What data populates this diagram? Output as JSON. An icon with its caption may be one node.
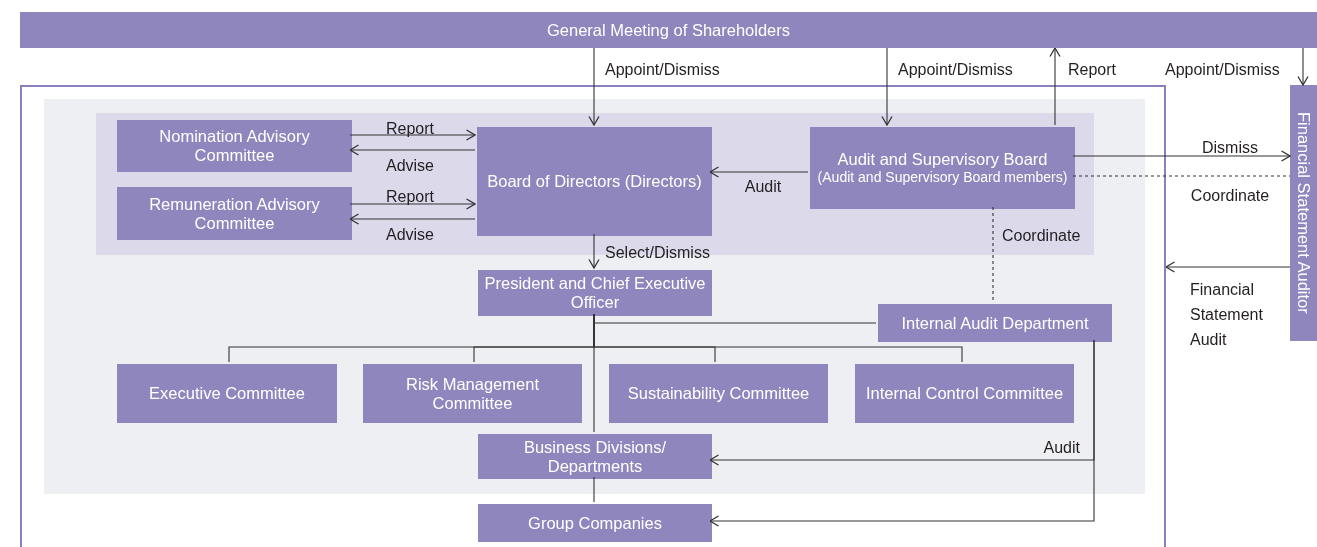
{
  "diagram": {
    "nodes": [
      {
        "text": [
          "General Meeting of Shareholders"
        ]
      },
      {
        "text": [],
        "shape": "box"
      },
      {
        "text": [],
        "shape": "box",
        "in": 1
      },
      {
        "text": [],
        "shape": "box",
        "in": 2
      },
      {
        "text": [
          "Nomination Advisory Committee"
        ],
        "in": 3
      },
      {
        "text": [
          "Remuneration Advisory Committee"
        ],
        "in": 3
      },
      {
        "text": [
          "Board of Directors (Directors)"
        ],
        "in": 3
      },
      {
        "text": [
          "Audit and Supervisory Board",
          "(Audit and Supervisory Board members)"
        ],
        "in": 3
      },
      {
        "text": [
          "President and Chief Executive Officer"
        ],
        "in": 2
      },
      {
        "text": [
          "Internal Audit Department"
        ],
        "in": 2
      },
      {
        "text": [
          "Executive Committee"
        ],
        "in": 2
      },
      {
        "text": [
          "Risk Management Committee"
        ],
        "in": 2
      },
      {
        "text": [
          "Sustainability Committee"
        ],
        "in": 2
      },
      {
        "text": [
          "Internal Control Committee"
        ],
        "in": 2
      },
      {
        "text": [
          "Business Divisions/ Departments"
        ],
        "in": 2
      },
      {
        "text": [
          "Group Companies"
        ],
        "in": 1
      },
      {
        "text": [
          "Financial Statement Auditor"
        ]
      }
    ],
    "edges": [
      {
        "from": 0,
        "to": 6,
        "arrow": "to",
        "label": "Appoint/Dismiss"
      },
      {
        "from": 0,
        "to": 7,
        "arrow": "to",
        "label": "Appoint/Dismiss"
      },
      {
        "from": 7,
        "to": 0,
        "arrow": "to",
        "label": "Report"
      },
      {
        "from": 0,
        "to": 16,
        "arrow": "to",
        "label": "Appoint/Dismiss"
      },
      {
        "from": 4,
        "to": 6,
        "arrow": "to",
        "label": "Report"
      },
      {
        "from": 6,
        "to": 4,
        "arrow": "to",
        "label": "Advise"
      },
      {
        "from": 5,
        "to": 6,
        "arrow": "to",
        "label": "Report"
      },
      {
        "from": 6,
        "to": 5,
        "arrow": "to",
        "label": "Advise"
      },
      {
        "from": 7,
        "to": 6,
        "arrow": "to",
        "label": "Audit"
      },
      {
        "from": 7,
        "to": 16,
        "arrow": "to",
        "label": "Dismiss"
      },
      {
        "from": 7,
        "to": 16,
        "arrow": "none",
        "label": "Coordinate",
        "style": "dashed"
      },
      {
        "from": 7,
        "to": 9,
        "arrow": "none",
        "label": "Coordinate",
        "style": "dashed"
      },
      {
        "from": 16,
        "to": 1,
        "arrow": "to",
        "label": "Financial Statement Audit"
      },
      {
        "from": 6,
        "to": 8,
        "arrow": "to",
        "label": "Select/Dismiss"
      },
      {
        "from": 8,
        "to": 9,
        "arrow": "none"
      },
      {
        "from": 8,
        "to": 10,
        "arrow": "none"
      },
      {
        "from": 8,
        "to": 11,
        "arrow": "none"
      },
      {
        "from": 8,
        "to": 12,
        "arrow": "none"
      },
      {
        "from": 8,
        "to": 13,
        "arrow": "none"
      },
      {
        "from": 8,
        "to": 14,
        "arrow": "none"
      },
      {
        "from": 14,
        "to": 15,
        "arrow": "none"
      },
      {
        "from": 9,
        "to": 14,
        "arrow": "to",
        "label": "Audit"
      },
      {
        "from": 9,
        "to": 15,
        "arrow": "to"
      }
    ]
  }
}
